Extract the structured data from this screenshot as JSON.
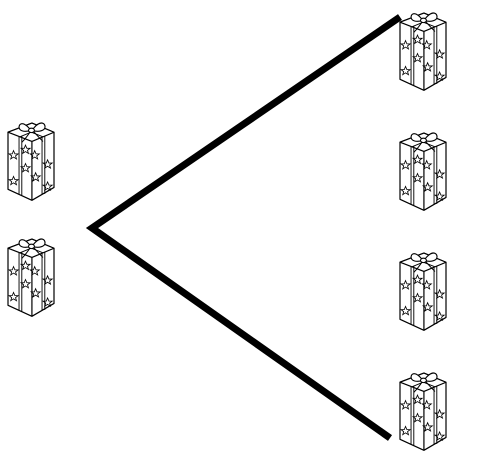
{
  "diagram": {
    "type": "comparison",
    "relation": "less-than",
    "left_group": {
      "count": 2,
      "item_icon": "gift-box-icon"
    },
    "right_group": {
      "count": 4,
      "item_icon": "gift-box-icon"
    },
    "symbol_icon": "less-than-sign-icon",
    "colors": {
      "ink": "#000000",
      "background": "#ffffff"
    }
  }
}
